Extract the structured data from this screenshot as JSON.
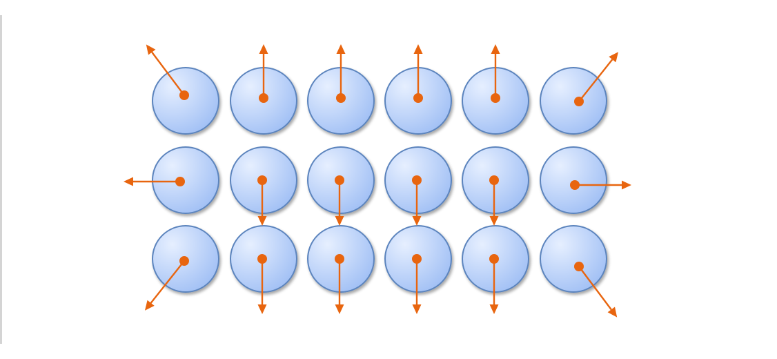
{
  "diagram": {
    "layout": "grid",
    "rows": 3,
    "columns": 6,
    "arrow_directions": [
      [
        "up-left",
        "up",
        "up",
        "up",
        "up",
        "up-right"
      ],
      [
        "left",
        "down",
        "down",
        "down",
        "down",
        "right"
      ],
      [
        "down-left",
        "down",
        "down",
        "down",
        "down",
        "down-right"
      ]
    ]
  },
  "colors": {
    "circle_fill_light": "#e6efff",
    "circle_fill_dark": "#9dbdf4",
    "circle_stroke": "#5b84bd",
    "circle_shadow": "#b5b5b5",
    "arrow": "#e8650f",
    "left_rule": "#d4d4d4"
  }
}
